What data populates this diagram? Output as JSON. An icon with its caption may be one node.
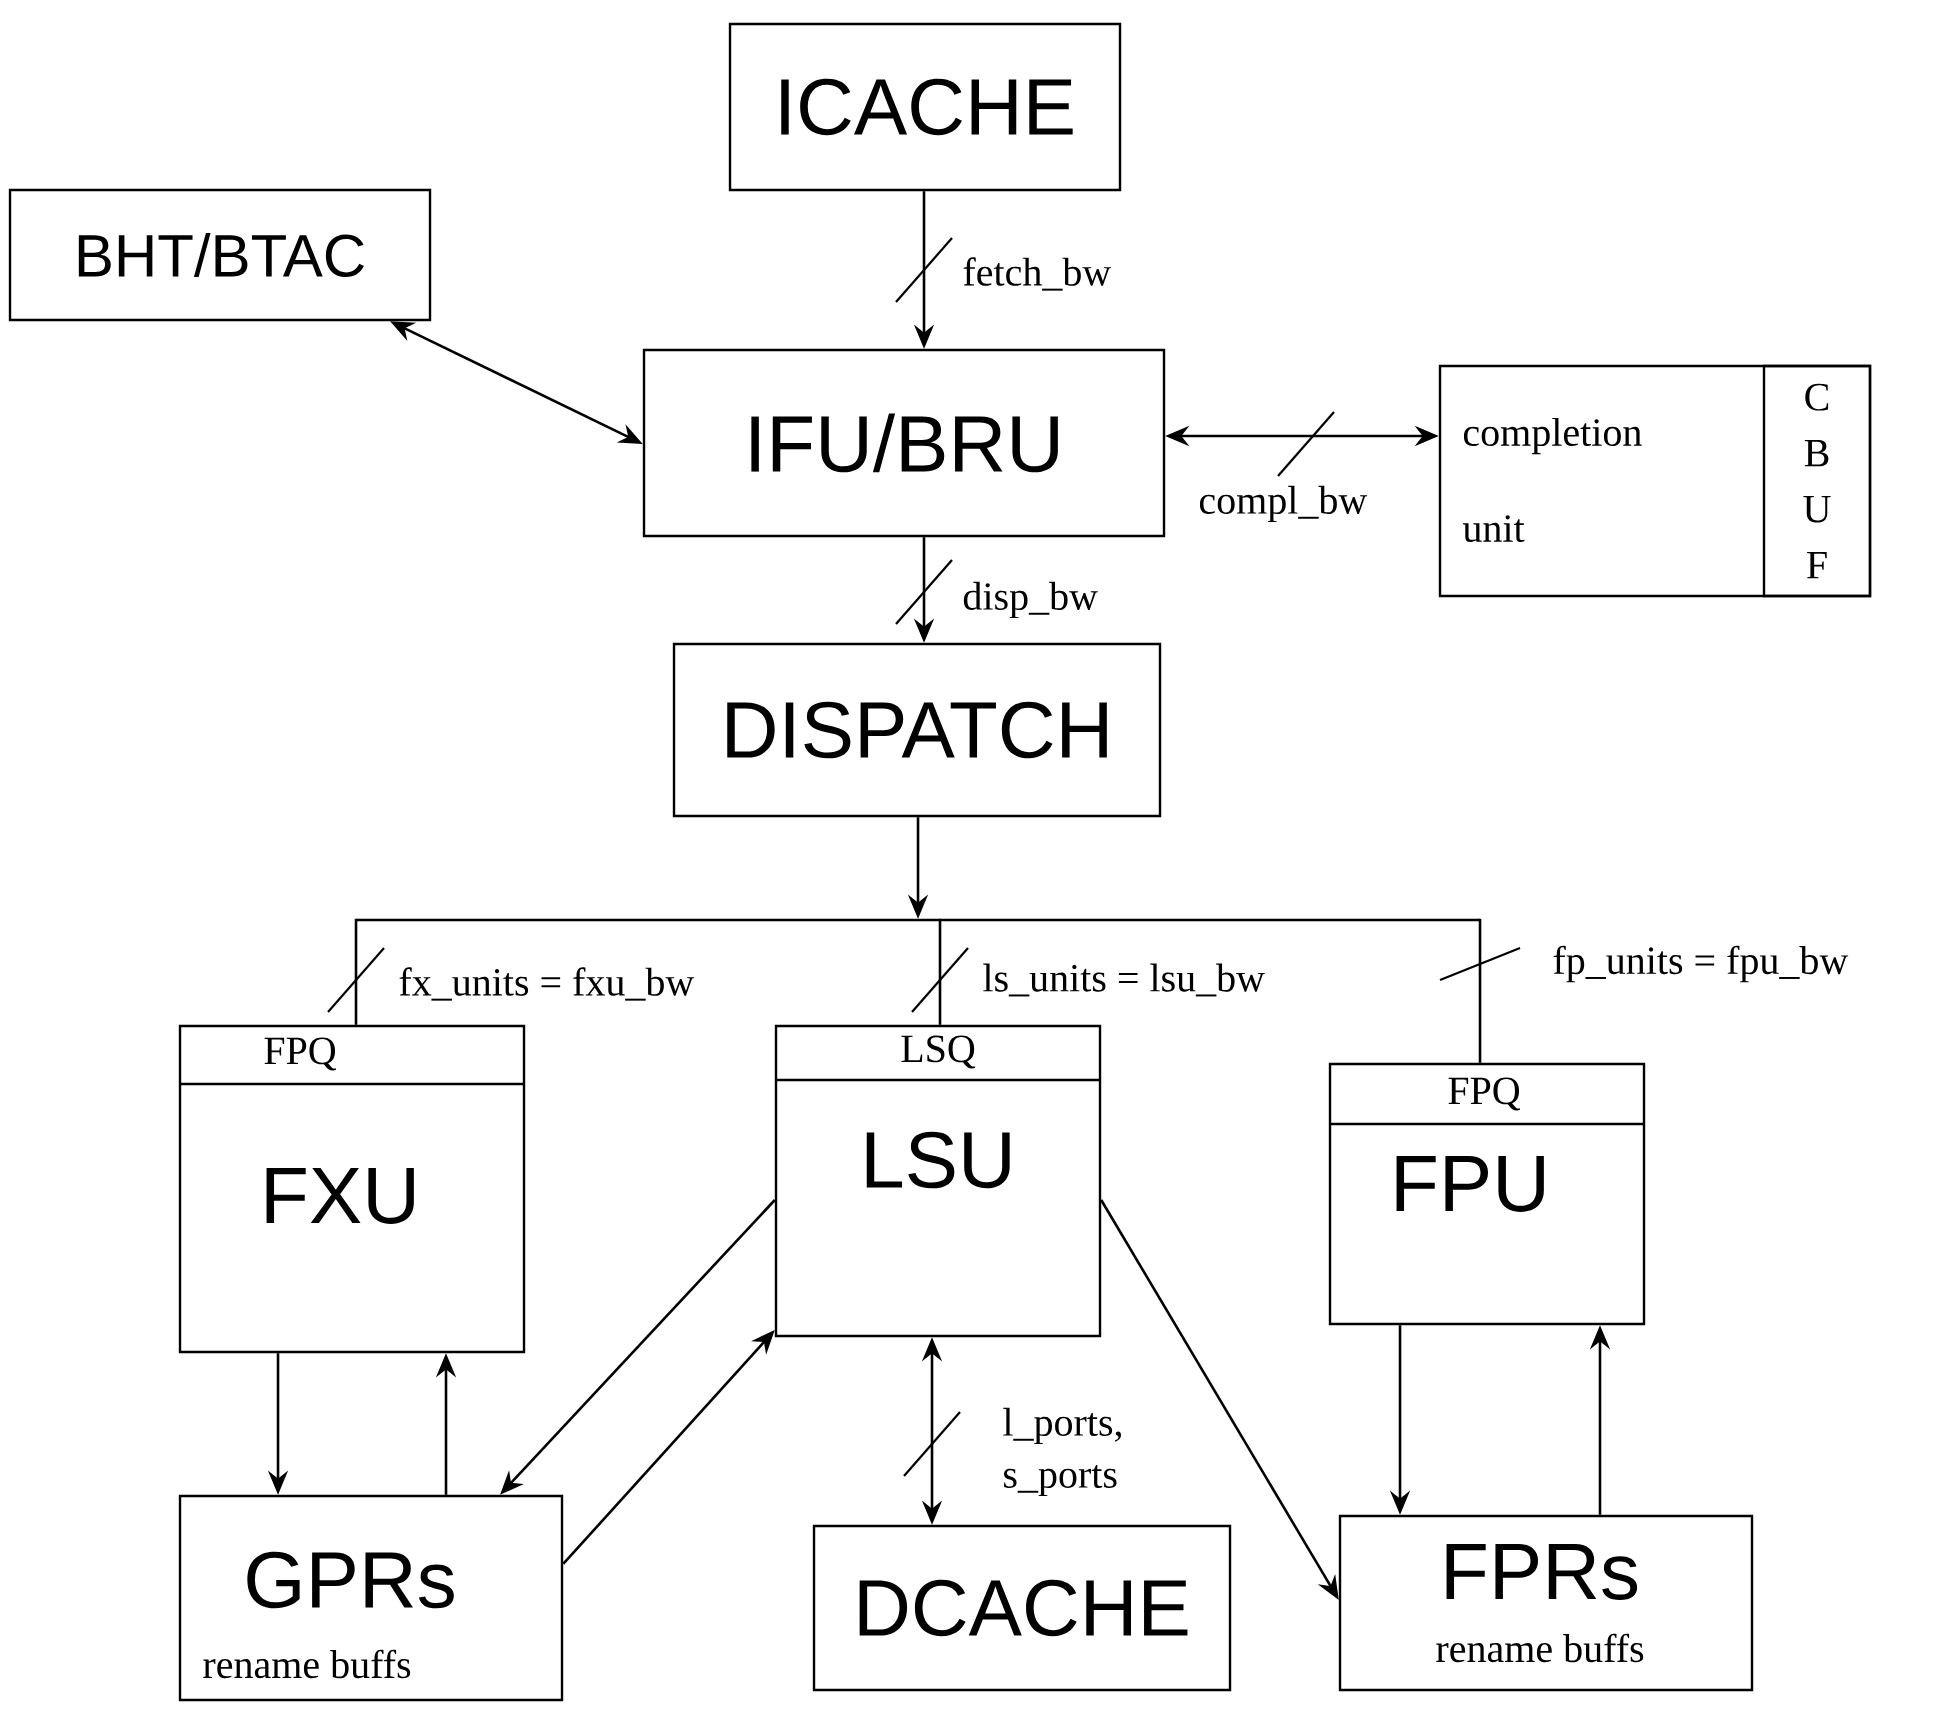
{
  "diagram": {
    "nodes": [
      {
        "text": [
          "ICACHE"
        ]
      },
      {
        "text": [
          "BHT/BTAC"
        ]
      },
      {
        "text": [
          "IFU/BRU"
        ]
      },
      {
        "text": [
          "completion unit"
        ]
      },
      {
        "text": [
          "C B U F"
        ],
        "in": 3
      },
      {
        "text": [
          "DISPATCH"
        ]
      },
      {
        "text": [],
        "shape": "bar"
      },
      {
        "text": [
          "FPQ",
          "FXU"
        ]
      },
      {
        "text": [
          "LSQ",
          "LSU"
        ]
      },
      {
        "text": [
          "FPQ",
          "FPU"
        ]
      },
      {
        "text": [
          "GPRs",
          "rename buffs"
        ]
      },
      {
        "text": [
          "DCACHE"
        ]
      },
      {
        "text": [
          "FPRs",
          "rename buffs"
        ]
      }
    ],
    "edges": [
      {
        "from": 0,
        "to": 2,
        "arrow": "to",
        "label": "fetch_bw"
      },
      {
        "from": 1,
        "to": 2,
        "arrow": "both"
      },
      {
        "from": 2,
        "to": 3,
        "arrow": "both",
        "label": "compl_bw"
      },
      {
        "from": 2,
        "to": 5,
        "arrow": "to",
        "label": "disp_bw"
      },
      {
        "from": 5,
        "to": 6,
        "arrow": "to"
      },
      {
        "from": 6,
        "to": 7,
        "arrow": "none",
        "label": "fx_units = fxu_bw"
      },
      {
        "from": 6,
        "to": 8,
        "arrow": "none",
        "label": "ls_units = lsu_bw"
      },
      {
        "from": 6,
        "to": 9,
        "arrow": "none",
        "label": "fp_units = fpu_bw"
      },
      {
        "from": 7,
        "to": 10,
        "arrow": "to"
      },
      {
        "from": 10,
        "to": 7,
        "arrow": "to"
      },
      {
        "from": 8,
        "to": 10,
        "arrow": "to"
      },
      {
        "from": 10,
        "to": 8,
        "arrow": "to"
      },
      {
        "from": 8,
        "to": 11,
        "arrow": "both",
        "label": "l_ports, s_ports"
      },
      {
        "from": 8,
        "to": 12,
        "arrow": "to"
      },
      {
        "from": 9,
        "to": 12,
        "arrow": "to"
      },
      {
        "from": 12,
        "to": 9,
        "arrow": "to"
      }
    ]
  }
}
